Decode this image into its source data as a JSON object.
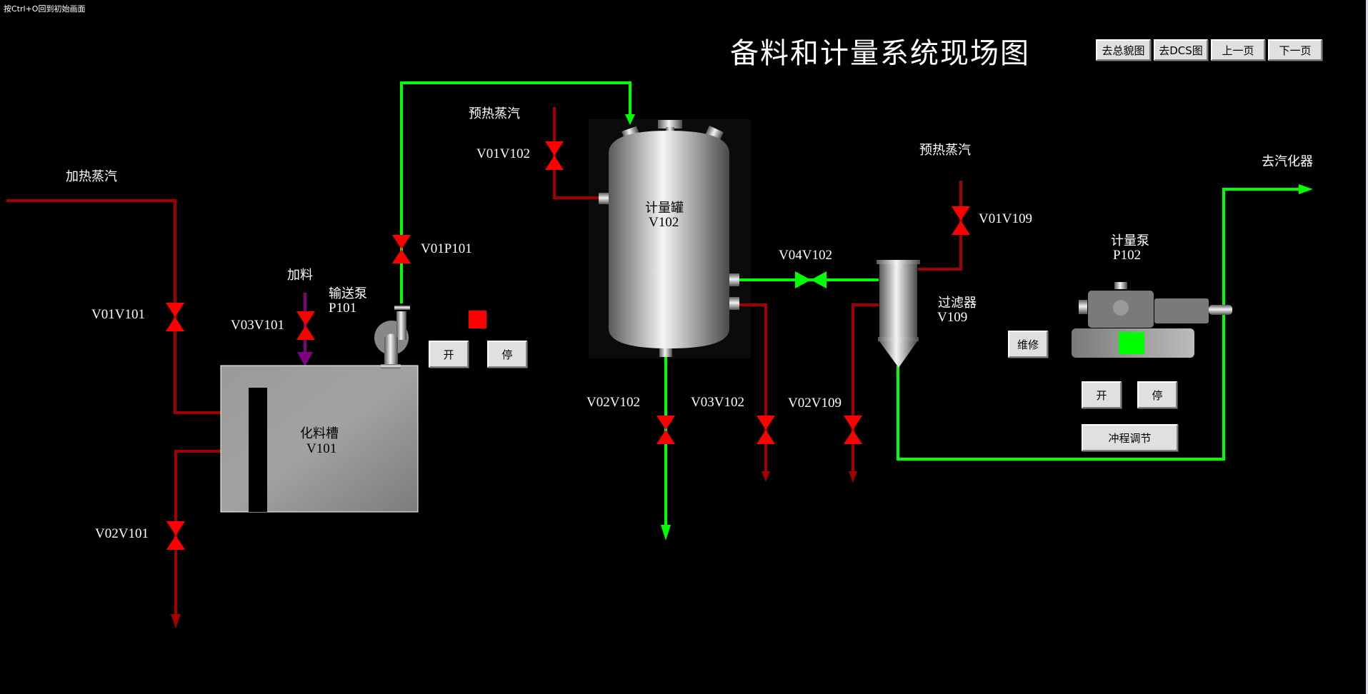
{
  "hint": "按Ctrl+O回到初始画面",
  "title": "备料和计量系统现场图",
  "nav": {
    "overview": "去总貌图",
    "dcs": "去DCS图",
    "prev": "上一页",
    "next": "下一页"
  },
  "streams": {
    "heating_steam": "加热蒸汽",
    "feed": "加料",
    "preheat_steam_1": "预热蒸汽",
    "preheat_steam_2": "预热蒸汽",
    "to_vaporizer": "去汽化器"
  },
  "equipment": {
    "v101": {
      "name": "化料槽",
      "tag": "V101"
    },
    "p101": {
      "name": "输送泵",
      "tag": "P101",
      "status_color": "#ff0000"
    },
    "v102": {
      "name": "计量罐",
      "tag": "V102"
    },
    "v109": {
      "name": "过滤器",
      "tag": "V109"
    },
    "p102": {
      "name": "计量泵",
      "tag": "P102",
      "status_color": "#00ff00"
    }
  },
  "valves": {
    "V01V101": "V01V101",
    "V02V101": "V02V101",
    "V03V101": "V03V101",
    "V01P101": "V01P101",
    "V01V102": "V01V102",
    "V02V102": "V02V102",
    "V03V102": "V03V102",
    "V04V102": "V04V102",
    "V01V109": "V01V109",
    "V02V109": "V02V109"
  },
  "controls": {
    "p101_start": "开",
    "p101_stop": "停",
    "p102_maint": "维修",
    "p102_start": "开",
    "p102_stop": "停",
    "p102_stroke": "冲程调节"
  },
  "colors": {
    "steam_pipe": "#a00000",
    "process_pipe": "#00ff00",
    "feed_pipe": "#800080",
    "valve_closed": "#ff0000",
    "valve_open": "#00ff00"
  }
}
